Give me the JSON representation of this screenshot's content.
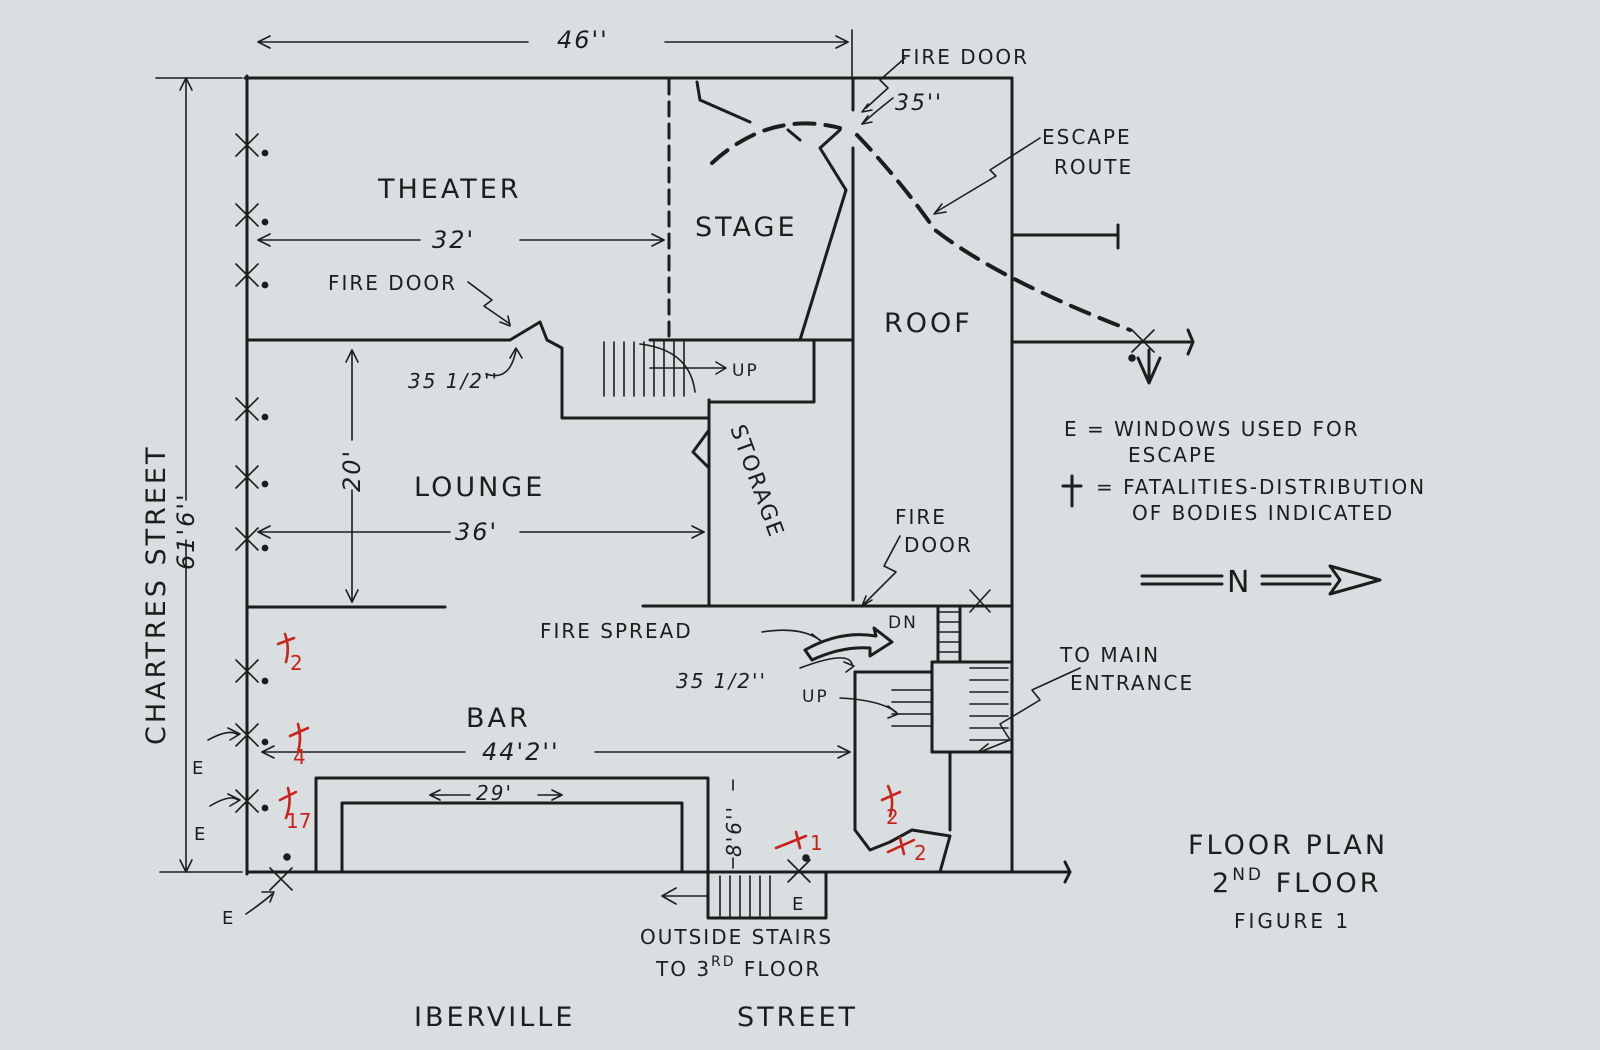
{
  "rooms": {
    "theater": "THEATER",
    "stage": "STAGE",
    "roof": "ROOF",
    "lounge": "LOUNGE",
    "storage": "STORAGE",
    "bar": "BAR"
  },
  "streets": {
    "chartres": "CHARTRES     STREET",
    "iberville": "IBERVILLE",
    "iberville_street": "STREET"
  },
  "dimensions": {
    "overall_width": "46''",
    "overall_depth": "61'6''",
    "theater_width": "32'",
    "lounge_width": "36'",
    "lounge_depth": "20'",
    "bar_width": "44'2''",
    "counter_length": "29'",
    "counter_depth": "8'6''",
    "fire_door_theater": "35''",
    "fire_door_lounge": "35 1/2''",
    "fire_door_bar": "35 1/2''"
  },
  "annotations": {
    "fire_door_top": "FIRE DOOR",
    "fire_door_theater": "FIRE DOOR",
    "fire_door_stair_1": "FIRE",
    "fire_door_stair_2": "DOOR",
    "escape_route_1": "ESCAPE",
    "escape_route_2": "ROUTE",
    "fire_spread": "FIRE  SPREAD",
    "up_storage": "UP",
    "up_bar": "UP",
    "down": "DN",
    "main_entrance_1": "TO MAIN",
    "main_entrance_2": "ENTRANCE",
    "outside_stairs_1": "OUTSIDE  STAIRS",
    "outside_stairs_2a": "TO  3",
    "outside_stairs_2sup": "RD",
    "outside_stairs_2b": " FLOOR",
    "window_e": "E"
  },
  "fatalities": [
    {
      "location": "bar-window-1",
      "count": "2"
    },
    {
      "location": "bar-window-2",
      "count": "4"
    },
    {
      "location": "bar-window-3",
      "count": "17"
    },
    {
      "location": "bar-stair-door",
      "count": "1"
    },
    {
      "location": "stair-landing",
      "count": "2"
    },
    {
      "location": "stair-foot",
      "count": "2"
    }
  ],
  "legend": {
    "windows_line1": "E = WINDOWS  USED  FOR",
    "windows_line2": "ESCAPE",
    "fatalities_line1": "= FATALITIES-DISTRIBUTION",
    "fatalities_line2": "OF  BODIES  INDICATED",
    "north": "N"
  },
  "title": {
    "line1": "FLOOR  PLAN",
    "line2a": "2",
    "line2sup": "ND",
    "line2b": " FLOOR",
    "figure": "FIGURE   1"
  },
  "colors": {
    "background": "#d9dee1",
    "ink": "#1d1d1d",
    "fatalities": "#c8241d"
  }
}
